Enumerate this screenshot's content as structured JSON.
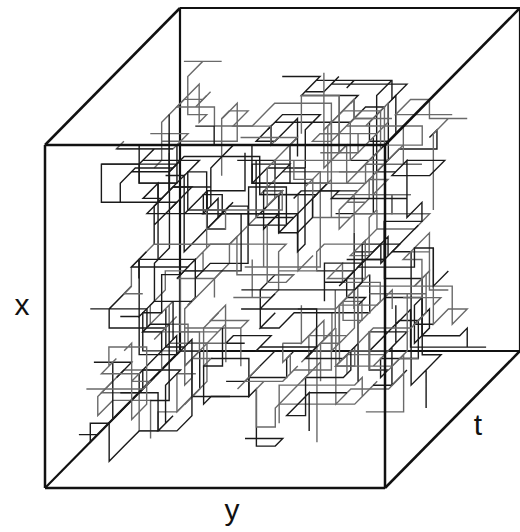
{
  "diagram": {
    "labels": [
      "x",
      "y",
      "t"
    ]
  }
}
